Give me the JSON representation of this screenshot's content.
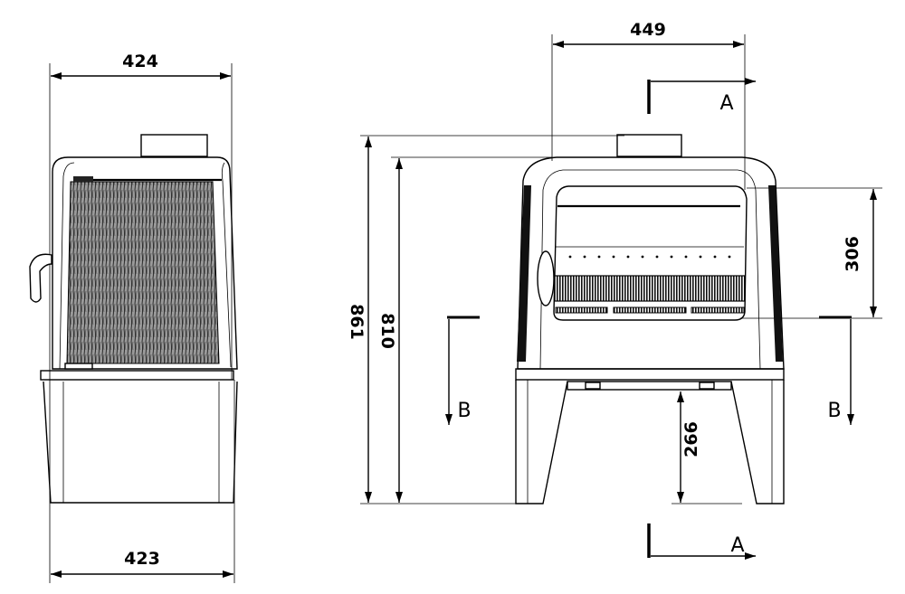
{
  "drawing": {
    "side_view": {
      "top_width": "424",
      "bottom_width": "423"
    },
    "front_view": {
      "width": "449",
      "total_height": "861",
      "body_height": "810",
      "window_height": "306",
      "leg_clearance": "266"
    },
    "section_labels": {
      "a_top": "A",
      "a_bottom": "A",
      "b_left": "B",
      "b_right": "B"
    },
    "colors": {
      "line": "#000000",
      "hatch": "#8a8a8a",
      "background": "#ffffff"
    }
  }
}
